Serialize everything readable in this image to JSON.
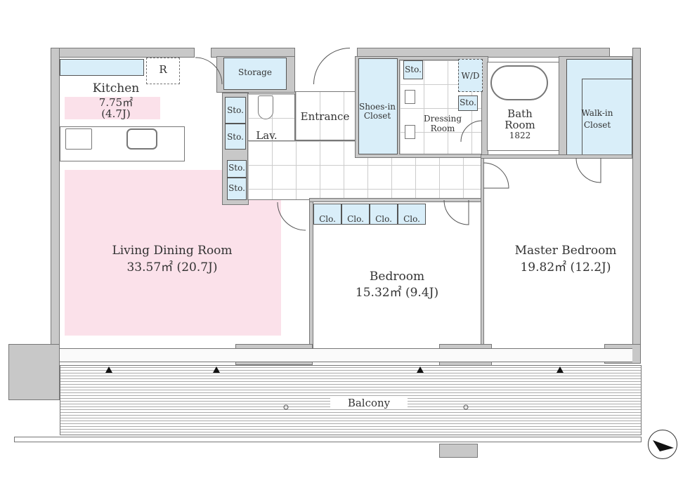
{
  "rooms": {
    "kitchen": {
      "name": "Kitchen",
      "area": "7.75㎡",
      "jo": "(4.7J)"
    },
    "ldr": {
      "name": "Living Dining Room",
      "area": "33.57㎡ (20.7J)"
    },
    "bedroom": {
      "name": "Bedroom",
      "area": "15.32㎡ (9.4J)"
    },
    "master": {
      "name": "Master Bedroom",
      "area": "19.82㎡ (12.2J)"
    },
    "entrance": "Entrance",
    "lav": "Lav.",
    "storage": "Storage",
    "refrigerator": "R",
    "shoes": [
      "Shoes-in",
      "Closet"
    ],
    "dressing": [
      "Dressing",
      "Room"
    ],
    "bath": [
      "Bath",
      "Room",
      "1822"
    ],
    "walkin": [
      "Walk-in",
      "Closet"
    ],
    "wd": "W/D",
    "balcony": "Balcony"
  },
  "sto_label": "Sto.",
  "clo_label": "Clo.",
  "colors": {
    "closet": "#d9eef9",
    "floor_area": "#fbe1ea",
    "wall": "#c8c8c8"
  }
}
